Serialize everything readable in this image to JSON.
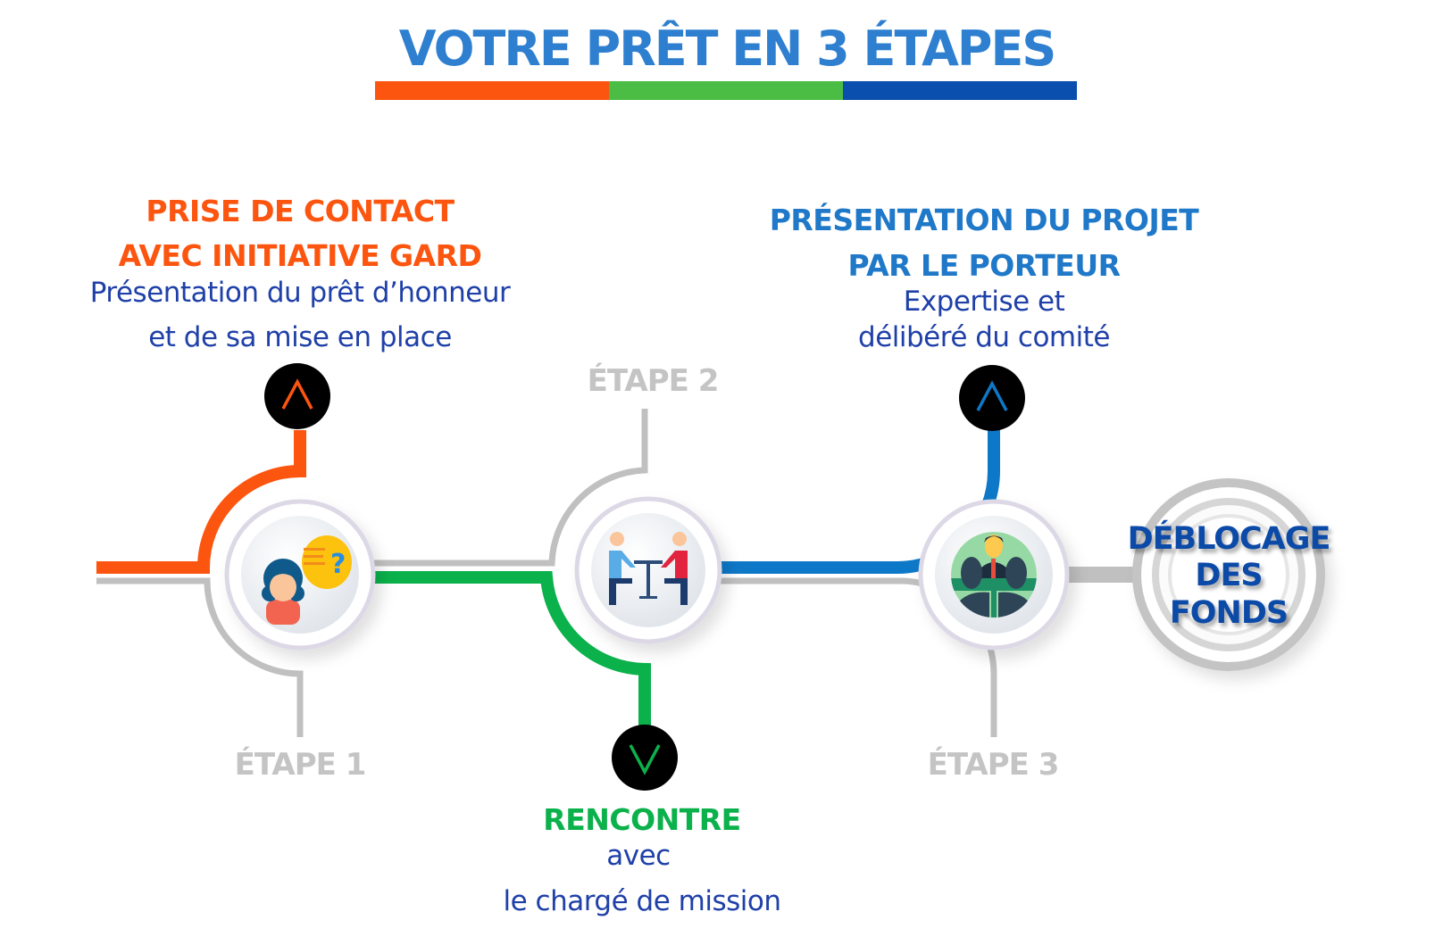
{
  "title": "VOTRE PRÊT EN 3 ÉTAPES",
  "colors": {
    "orange": "#fc5510",
    "green": "#0bb14b",
    "blue": "#0e78c8",
    "gray": "#c0c0c0",
    "title": "#2f7fd0",
    "text": "#1f40a8"
  },
  "steps": [
    {
      "label": "ÉTAPE 1",
      "heading": [
        "PRISE DE CONTACT",
        "AVEC INITIATIVE GARD"
      ],
      "text": [
        "Présentation du prêt d’honneur",
        "et de sa mise en place"
      ],
      "icon": "woman-question-icon"
    },
    {
      "label": "ÉTAPE 2",
      "heading": [
        "RENCONTRE"
      ],
      "text": [
        "avec",
        "le chargé de mission"
      ],
      "icon": "meeting-handshake-icon"
    },
    {
      "label": "ÉTAPE 3",
      "heading": [
        "PRÉSENTATION DU PROJET",
        "PAR LE PORTEUR"
      ],
      "text": [
        "Expertise et",
        "délibéré du comité"
      ],
      "icon": "committee-presenter-icon"
    }
  ],
  "final": [
    "DÉBLOCAGE",
    "DES",
    "FONDS"
  ]
}
